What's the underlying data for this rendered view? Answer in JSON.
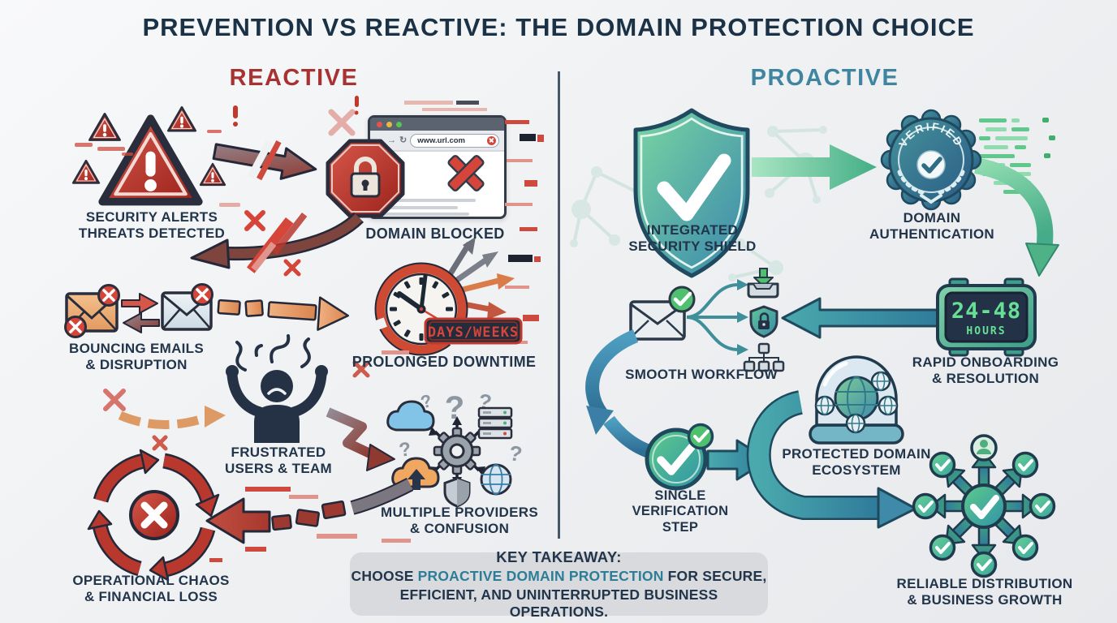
{
  "title": "PREVENTION VS REACTIVE: THE DOMAIN PROTECTION CHOICE",
  "headers": {
    "reactive": "REACTIVE",
    "proactive": "PROACTIVE"
  },
  "reactive": {
    "alerts": {
      "lines": [
        "SECURITY ALERTS",
        "THREATS DETECTED"
      ]
    },
    "blocked": {
      "label": "DOMAIN BLOCKED",
      "url": "www.url.com"
    },
    "emails": {
      "lines": [
        "BOUNCING EMAILS",
        "& DISRUPTION"
      ]
    },
    "downtime": {
      "label": "PROLONGED DOWNTIME",
      "badge": "DAYS/WEEKS"
    },
    "frustrated": {
      "lines": [
        "FRUSTRATED",
        "USERS & TEAM"
      ]
    },
    "providers": {
      "lines": [
        "MULTIPLE PROVIDERS",
        "& CONFUSION"
      ]
    },
    "chaos": {
      "lines": [
        "OPERATIONAL CHAOS",
        "& FINANCIAL LOSS"
      ]
    }
  },
  "proactive": {
    "shield": {
      "lines": [
        "INTEGRATED",
        "SECURITY SHIELD"
      ]
    },
    "auth": {
      "lines": [
        "DOMAIN",
        "AUTHENTICATION"
      ],
      "badge": "VERIFIED"
    },
    "onboarding": {
      "lines": [
        "RAPID ONBOARDING",
        "& RESOLUTION"
      ],
      "time": "24-48",
      "unit": "HOURS"
    },
    "workflow": {
      "label": "SMOOTH WORKFLOW"
    },
    "verification": {
      "lines": [
        "SINGLE",
        "VERIFICATION",
        "STEP"
      ]
    },
    "ecosystem": {
      "lines": [
        "PROTECTED DOMAIN",
        "ECOSYSTEM"
      ]
    },
    "distribution": {
      "lines": [
        "RELIABLE DISTRIBUTION",
        "& BUSINESS GROWTH"
      ]
    }
  },
  "takeaway": {
    "heading": "KEY TAKEAWAY:",
    "prefix": "CHOOSE ",
    "highlight": "PROACTIVE DOMAIN PROTECTION",
    "suffix": " FOR SECURE,",
    "line3": "EFFICIENT, AND UNINTERRUPTED BUSINESS OPERATIONS."
  },
  "glyphs": {
    "question": "?",
    "back": "←",
    "forward": "→",
    "reload": "↻"
  },
  "colors": {
    "reactive_red": "#a83232",
    "proactive_teal": "#3f85a0",
    "title_navy": "#1b3246",
    "alert_red": "#c0392b",
    "shield_green": "#4fae7f",
    "arrow_teal": "#2f7b9b",
    "digital_green": "#67e095",
    "downtime_red": "#d6453a",
    "takeaway_bg": "#d8dade"
  }
}
